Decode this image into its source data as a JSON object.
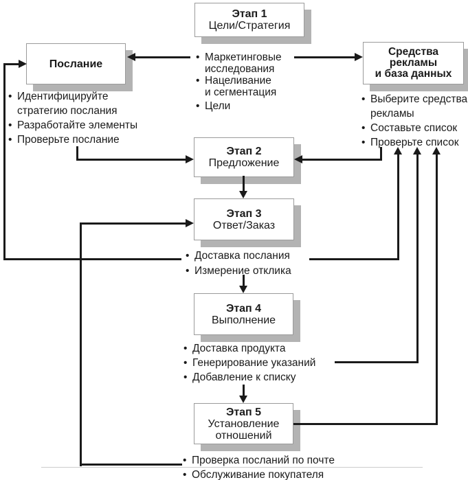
{
  "diagram": {
    "bullet": "•",
    "stage1": {
      "title": "Этап 1",
      "subtitle": "Цели/Стратегия"
    },
    "message_box": {
      "title": "Послание"
    },
    "media_box": {
      "title": "Средства\nрекламы\nи база данных"
    },
    "stage2": {
      "title": "Этап 2",
      "subtitle": "Предложение"
    },
    "stage3": {
      "title": "Этап 3",
      "subtitle": "Ответ/Заказ"
    },
    "stage4": {
      "title": "Этап 4",
      "subtitle": "Выполнение"
    },
    "stage5": {
      "title": "Этап 5",
      "subtitle": "Установление\nотношений"
    },
    "lists": {
      "message": {
        "items": [
          {
            "text": "Идентифицируйте\nстратегию послания"
          },
          {
            "text": "Разработайте элементы"
          },
          {
            "text": "Проверьте послание"
          }
        ]
      },
      "strategy": {
        "items": [
          {
            "text": "Маркетинговые\nисследования"
          },
          {
            "text": "Нацеливание\nи сегментация"
          },
          {
            "text": "Цели"
          }
        ]
      },
      "media": {
        "items": [
          {
            "text": "Выберите средства\nрекламы"
          },
          {
            "text": "Составьте список"
          },
          {
            "text": "Проверьте список"
          }
        ]
      },
      "response": {
        "items": [
          {
            "text": "Доставка послания"
          },
          {
            "text": "Измерение отклика"
          }
        ]
      },
      "fulfillment": {
        "items": [
          {
            "text": "Доставка продукта"
          },
          {
            "text": "Генерирование указаний"
          },
          {
            "text": "Добавление к списку"
          }
        ]
      },
      "relationship": {
        "items": [
          {
            "text": "Проверка посланий по почте"
          },
          {
            "text": "Обслуживание покупателя"
          }
        ]
      }
    },
    "colors": {
      "line": "#1a1a1a",
      "box_border": "#9a9a9a",
      "shadow": "#b3b3b3",
      "background": "#ffffff",
      "page_rule": "#cccccc"
    }
  }
}
